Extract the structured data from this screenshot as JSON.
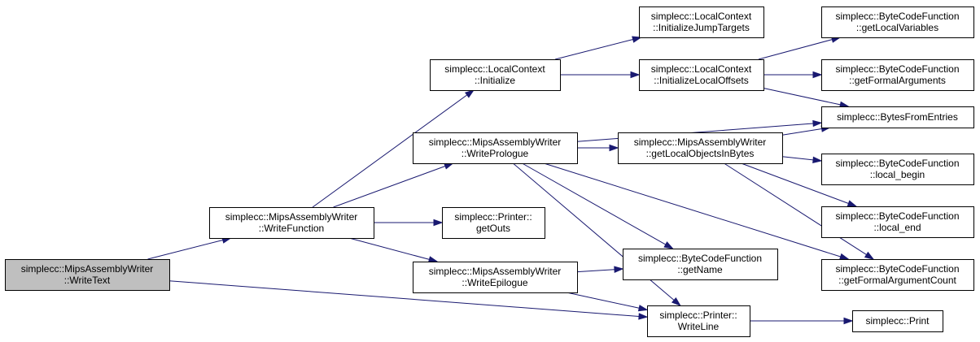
{
  "diagram": {
    "nodes": [
      {
        "id": "writetext",
        "lines": [
          "simplecc::MipsAssemblyWriter",
          "::WriteText"
        ],
        "root": true
      },
      {
        "id": "writefunction",
        "lines": [
          "simplecc::MipsAssemblyWriter",
          "::WriteFunction"
        ]
      },
      {
        "id": "lc_initialize",
        "lines": [
          "simplecc::LocalContext",
          "::Initialize"
        ]
      },
      {
        "id": "writeprologue",
        "lines": [
          "simplecc::MipsAssemblyWriter",
          "::WritePrologue"
        ]
      },
      {
        "id": "getouts",
        "lines": [
          "simplecc::Printer::",
          "getOuts"
        ]
      },
      {
        "id": "writeepilogue",
        "lines": [
          "simplecc::MipsAssemblyWriter",
          "::WriteEpilogue"
        ]
      },
      {
        "id": "init_jump",
        "lines": [
          "simplecc::LocalContext",
          "::InitializeJumpTargets"
        ]
      },
      {
        "id": "init_offsets",
        "lines": [
          "simplecc::LocalContext",
          "::InitializeLocalOffsets"
        ]
      },
      {
        "id": "getlocalobjs",
        "lines": [
          "simplecc::MipsAssemblyWriter",
          "::getLocalObjectsInBytes"
        ]
      },
      {
        "id": "getname",
        "lines": [
          "simplecc::ByteCodeFunction",
          "::getName"
        ]
      },
      {
        "id": "writeline",
        "lines": [
          "simplecc::Printer::",
          "WriteLine"
        ]
      },
      {
        "id": "getlocalvars",
        "lines": [
          "simplecc::ByteCodeFunction",
          "::getLocalVariables"
        ]
      },
      {
        "id": "getformalargs",
        "lines": [
          "simplecc::ByteCodeFunction",
          "::getFormalArguments"
        ]
      },
      {
        "id": "bytesfromentries",
        "lines": [
          "simplecc::BytesFromEntries"
        ]
      },
      {
        "id": "local_begin",
        "lines": [
          "simplecc::ByteCodeFunction",
          "::local_begin"
        ]
      },
      {
        "id": "local_end",
        "lines": [
          "simplecc::ByteCodeFunction",
          "::local_end"
        ]
      },
      {
        "id": "getformalargcount",
        "lines": [
          "simplecc::ByteCodeFunction",
          "::getFormalArgumentCount"
        ]
      },
      {
        "id": "print",
        "lines": [
          "simplecc::Print"
        ]
      }
    ],
    "edges": [
      {
        "from": "writetext",
        "to": "writefunction"
      },
      {
        "from": "writetext",
        "to": "writeline"
      },
      {
        "from": "writefunction",
        "to": "lc_initialize"
      },
      {
        "from": "writefunction",
        "to": "writeprologue"
      },
      {
        "from": "writefunction",
        "to": "getouts"
      },
      {
        "from": "writefunction",
        "to": "writeepilogue"
      },
      {
        "from": "lc_initialize",
        "to": "init_jump"
      },
      {
        "from": "lc_initialize",
        "to": "init_offsets"
      },
      {
        "from": "init_offsets",
        "to": "getlocalvars"
      },
      {
        "from": "init_offsets",
        "to": "getformalargs"
      },
      {
        "from": "init_offsets",
        "to": "bytesfromentries"
      },
      {
        "from": "writeprologue",
        "to": "bytesfromentries"
      },
      {
        "from": "writeprologue",
        "to": "getlocalobjs"
      },
      {
        "from": "writeprologue",
        "to": "getname"
      },
      {
        "from": "writeprologue",
        "to": "getformalargcount"
      },
      {
        "from": "writeprologue",
        "to": "writeline"
      },
      {
        "from": "getlocalobjs",
        "to": "bytesfromentries"
      },
      {
        "from": "getlocalobjs",
        "to": "local_begin"
      },
      {
        "from": "getlocalobjs",
        "to": "local_end"
      },
      {
        "from": "getlocalobjs",
        "to": "getformalargcount"
      },
      {
        "from": "writeepilogue",
        "to": "getname"
      },
      {
        "from": "writeepilogue",
        "to": "writeline"
      },
      {
        "from": "writeline",
        "to": "print"
      }
    ]
  },
  "colors": {
    "edge": "#191970",
    "node_border": "#000000",
    "root_fill": "#bfbfbf",
    "node_fill": "#ffffff"
  }
}
